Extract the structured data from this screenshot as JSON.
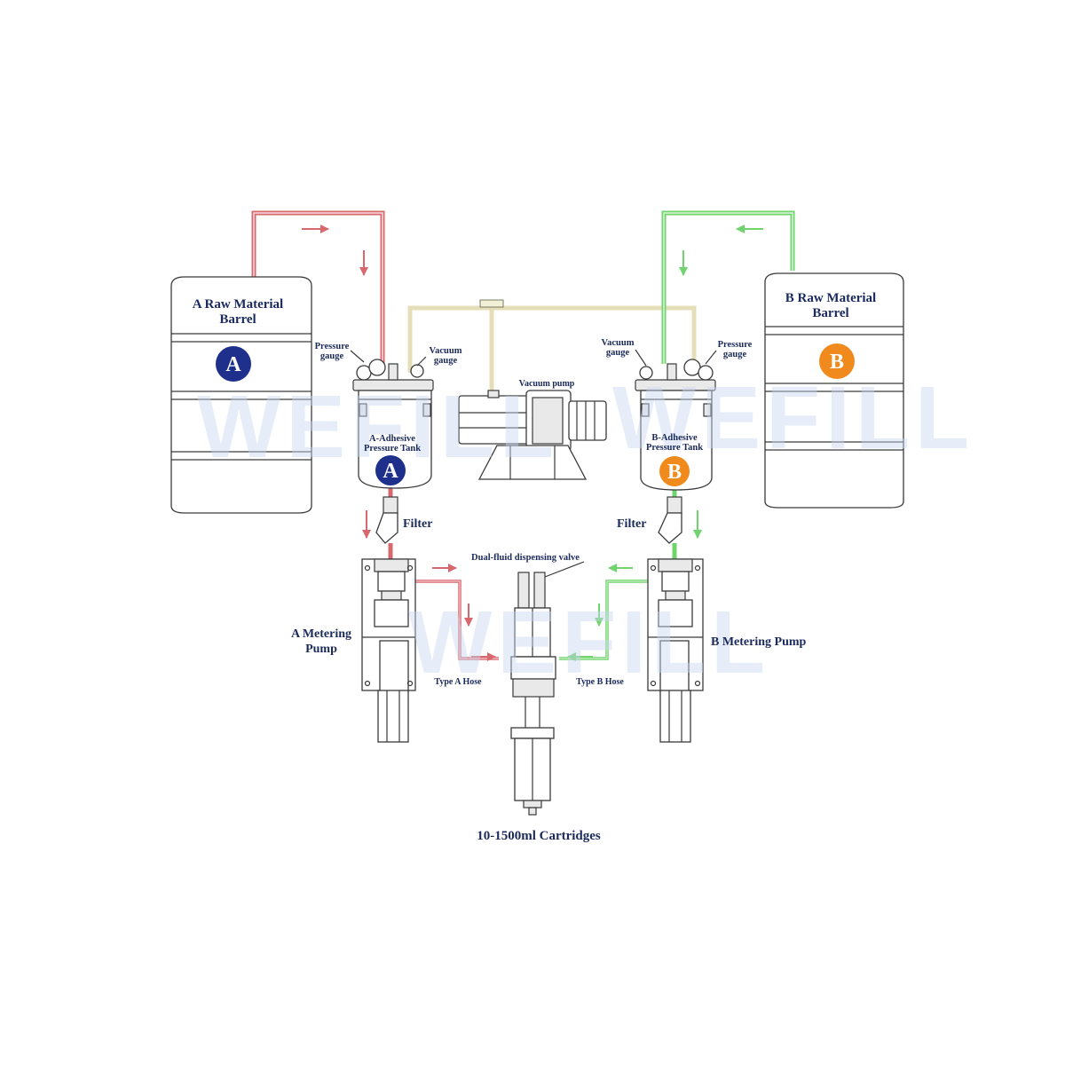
{
  "labels": {
    "a_barrel_l1": "A Raw Material",
    "a_barrel_l2": "Barrel",
    "b_barrel_l1": "B Raw Material",
    "b_barrel_l2": "Barrel",
    "a_pressure_gauge_l1": "Pressure",
    "a_pressure_gauge_l2": "gauge",
    "a_vacuum_gauge_l1": "Vacuum",
    "a_vacuum_gauge_l2": "gauge",
    "b_vacuum_gauge_l1": "Vacuum",
    "b_vacuum_gauge_l2": "gauge",
    "b_pressure_gauge_l1": "Pressure",
    "b_pressure_gauge_l2": "gauge",
    "vacuum_pump": "Vacuum pump",
    "a_tank_l1": "A-Adhesive",
    "a_tank_l2": "Pressure Tank",
    "b_tank_l1": "B-Adhesive",
    "b_tank_l2": "Pressure Tank",
    "a_filter": "Filter",
    "b_filter": "Filter",
    "dispensing_valve": "Dual-fluid dispensing valve",
    "a_metering_l1": "A Metering",
    "a_metering_l2": "Pump",
    "b_metering": "B Metering Pump",
    "a_hose": "Type A Hose",
    "b_hose": "Type B Hose",
    "cartridges": "10-1500ml Cartridges"
  },
  "badges": {
    "a_barrel": "A",
    "a_tank": "A",
    "b_barrel": "B",
    "b_tank": "B"
  },
  "watermark": "WEFILL",
  "colors": {
    "line_a": "#d9686e",
    "line_b": "#6fd46b",
    "line_vacuum": "#e4dfb8",
    "badge_a": "#1e2f8c",
    "badge_b": "#f08a1c",
    "text": "#1b2a5c"
  }
}
